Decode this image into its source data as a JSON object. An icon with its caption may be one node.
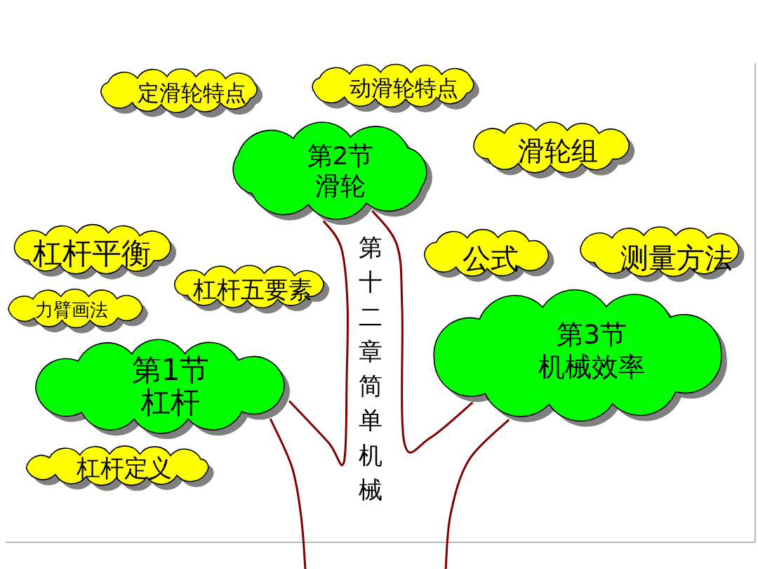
{
  "diagram": {
    "title": "第十二章简单机械",
    "nodes": [
      {
        "text": [
          "定滑轮特点"
        ]
      },
      {
        "text": [
          "动滑轮特点"
        ]
      },
      {
        "text": [
          "第2节",
          "滑轮"
        ]
      },
      {
        "text": [
          "滑轮组"
        ]
      },
      {
        "text": [
          "杠杆平衡"
        ]
      },
      {
        "text": [
          "公式"
        ]
      },
      {
        "text": [
          "测量方法"
        ]
      },
      {
        "text": [
          "杠杆五要素"
        ]
      },
      {
        "text": [
          "第3节",
          "机械效率"
        ]
      },
      {
        "text": [
          "力臂画法"
        ]
      },
      {
        "text": [
          "第1节",
          "杠杆"
        ]
      },
      {
        "text": [
          "杠杆定义"
        ]
      }
    ],
    "edges": [
      {
        "from": null,
        "to": 10,
        "arrow": "none"
      },
      {
        "from": 10,
        "to": 2,
        "arrow": "none"
      },
      {
        "from": 2,
        "to": 8,
        "arrow": "none"
      },
      {
        "from": 8,
        "to": null,
        "arrow": "none"
      }
    ]
  }
}
